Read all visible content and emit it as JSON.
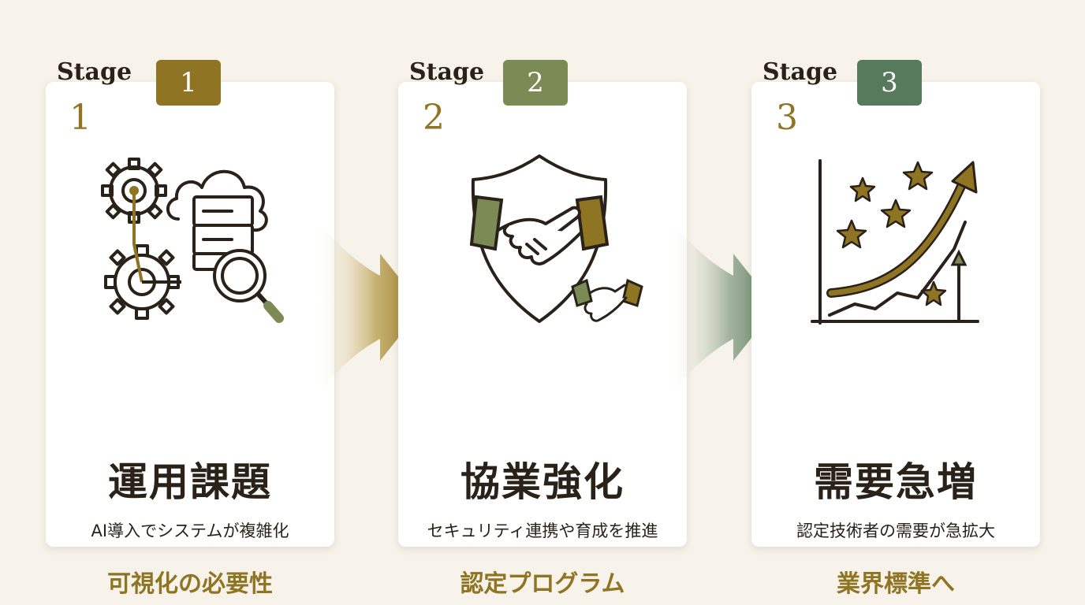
{
  "stages": [
    {
      "stage_label": "Stage",
      "stage_number": "1",
      "badge": "1",
      "badge_color": "#8f7424",
      "icon": "gears-cloud-server-magnifier-icon",
      "title": "運用課題",
      "description": "AI導入でシステムが複雑化",
      "highlight": "可視化の必要性"
    },
    {
      "stage_label": "Stage",
      "stage_number": "2",
      "badge": "2",
      "badge_color": "#7c8b56",
      "icon": "shield-handshake-icon",
      "title": "協業強化",
      "description": "セキュリティ連携や育成を推進",
      "highlight": "認定プログラム"
    },
    {
      "stage_label": "Stage",
      "stage_number": "3",
      "badge": "3",
      "badge_color": "#587a5c",
      "icon": "growth-chart-stars-icon",
      "title": "需要急増",
      "description": "認定技術者の需要が急拡大",
      "highlight": "業界標準へ"
    }
  ],
  "colors": {
    "background": "#f7f3ea",
    "gold": "#8f7424",
    "olive": "#7c8b56",
    "green": "#587a5c",
    "dark": "#2a2218"
  },
  "arrows": [
    "gold-arrow-icon",
    "green-arrow-icon"
  ]
}
